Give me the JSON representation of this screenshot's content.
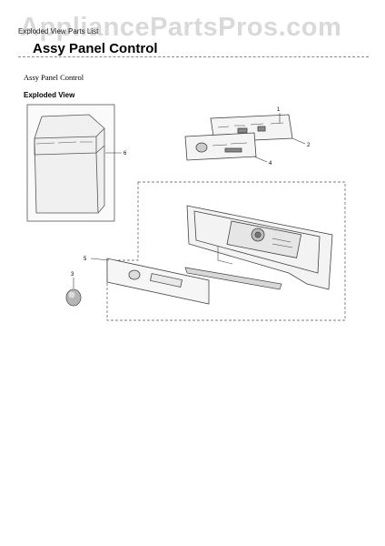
{
  "watermark": "AppliancePartsPros.com",
  "breadcrumb": "Exploded View Parts List",
  "page_title": "Assy Panel Control",
  "section_label": "Assy Panel Control",
  "view_label": "Exploded View",
  "callouts": {
    "c1": "1",
    "c2": "2",
    "c3": "3",
    "c4": "4",
    "c5": "5",
    "c6": "6"
  }
}
